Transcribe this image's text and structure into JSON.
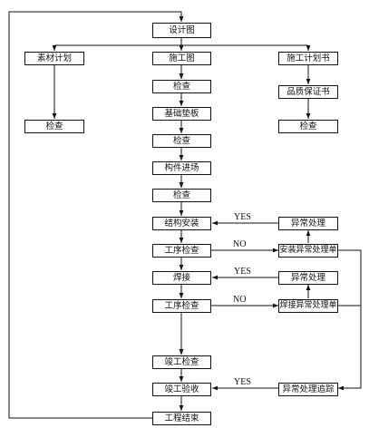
{
  "nodes": {
    "design_drawing": "设计图",
    "material_plan": "素材计划",
    "construction_drawing": "施工图",
    "construction_plan": "施工计划书",
    "inspect_material": "检查",
    "inspect_drawing": "检查",
    "quality_assurance": "品质保证书",
    "foundation_pad": "基础垫板",
    "inspect_plan": "检查",
    "inspect_foundation": "检查",
    "component_arrival": "构件进场",
    "inspect_component": "检查",
    "structure_install": "结构安装",
    "anomaly_handling_1": "异常处理",
    "process_check_1": "工序检查",
    "install_anomaly_form": "安装异常处理单",
    "welding": "焊接",
    "anomaly_handling_2": "异常处理",
    "process_check_2": "工序检查",
    "weld_anomaly_form": "焊接异常处理单",
    "completion_check": "竣工检查",
    "completion_acceptance": "竣工验收",
    "anomaly_tracking": "异常处理追踪",
    "project_end": "工程结束"
  },
  "edge_labels": {
    "yes_1": "YES",
    "no_1": "NO",
    "yes_2": "YES",
    "no_2": "NO",
    "yes_3": "YES"
  },
  "colors": {
    "line": "#111111",
    "box_border": "#111111",
    "background": "#ffffff"
  }
}
